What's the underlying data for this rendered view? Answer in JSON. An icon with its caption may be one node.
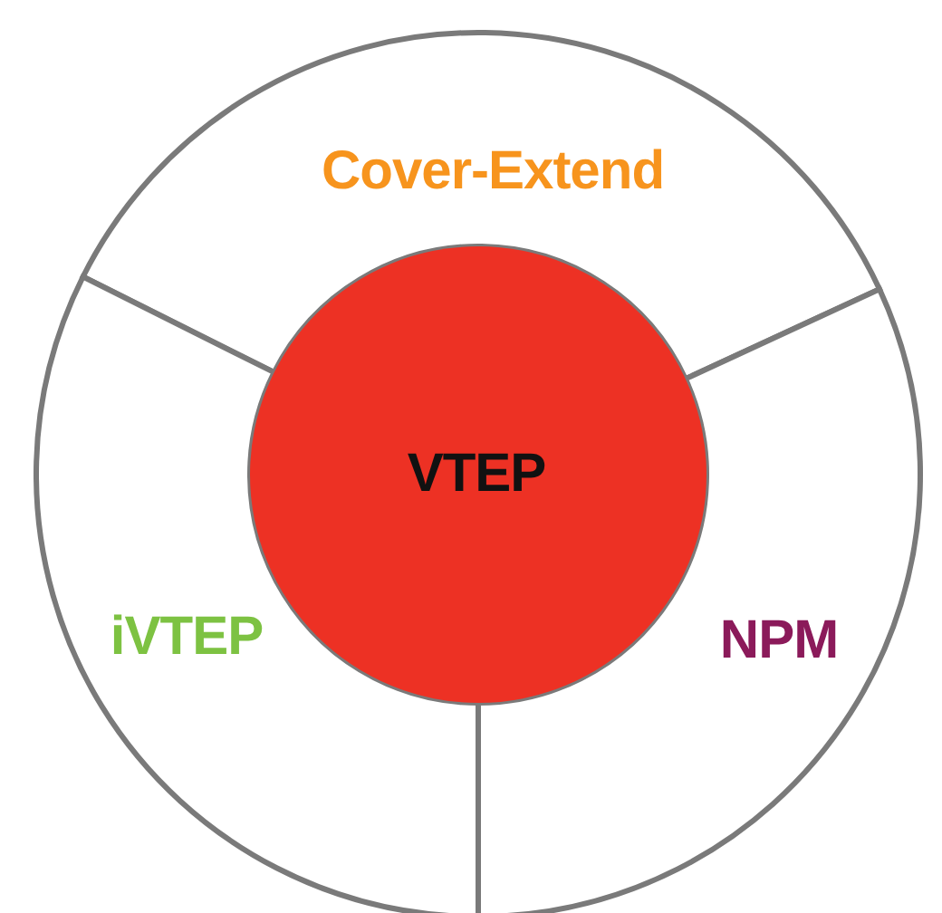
{
  "diagram": {
    "nodes": [
      {
        "text": [
          "Cover-Extend"
        ]
      },
      {
        "text": [
          "iVTEP"
        ]
      },
      {
        "text": [
          "NPM"
        ]
      },
      {
        "text": [
          "VTEP"
        ]
      }
    ]
  }
}
